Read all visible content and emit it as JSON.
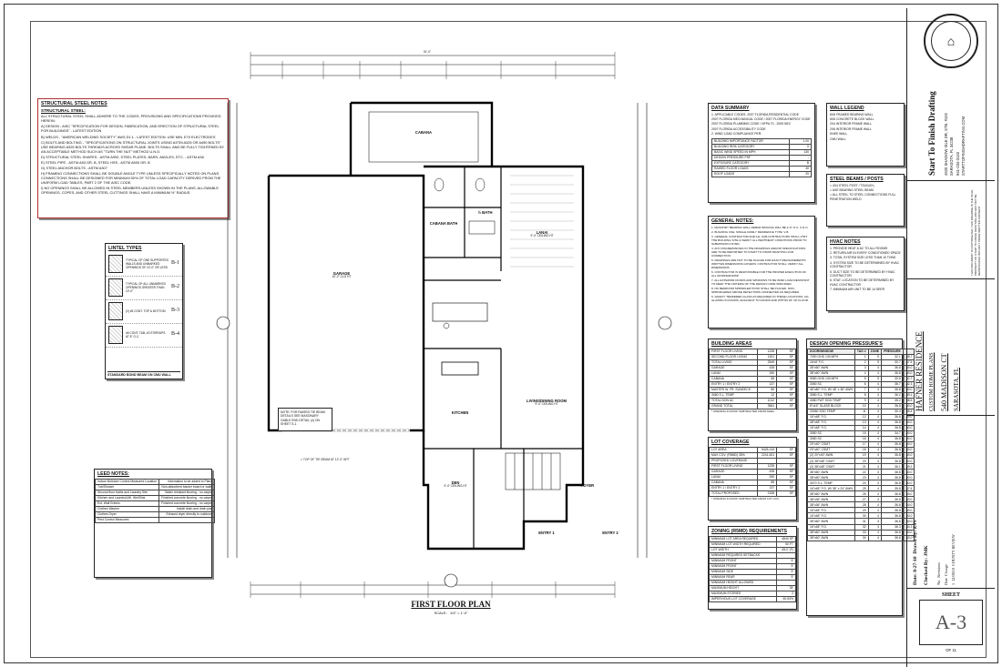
{
  "structural_notes": {
    "title": "STRUCTURAL STEEL NOTES",
    "subtitle": "STRUCTURAL STEEL:",
    "lines": [
      "ALL STRUCTURAL STEEL SHALL ADHERE TO THE CODES, PROVISIONS AND SPECIFICATIONS PROVIDED HEREIN:",
      "A) DESIGN - AISC \"SPECIFICATION FOR DESIGN, FABRICATION, AND ERECTION OF STRUCTURAL STEEL FOR BUILDINGS\" - LATEST EDITION",
      "B) WELDS - \"AMERICAN WELDING SOCIETY\" AWS D1.1 - LATEST EDITION. USE MIN. E70 ELECTRODES",
      "C) BOLTS AND BOLTING - \"SPECIFICATIONS ON STRUCTURAL JOINTS USING ASTM A325 OR A490 BOLTS\" USE BEARING A325 BOLTS THREADS ACROSS SHEAR PLANE. BOLTS SHALL AND BE FULLY TIGHTENED BY AN ACCEPTABLE METHOD SUCH AS \"TURN THE NUT\" METHOD U.N.O.",
      "D) STRUCTURAL STEEL SHAPES - ASTM A992, STEEL PLATES, BARS, ANGLES, ETC. - ASTM A36",
      "E) STEEL PIPE - ASTM A53 Gr. B, STEEL HSS - ASTM A500 GR. B",
      "G) STEEL ANCHOR BOLTS - ASTM A307",
      "H) FRAMING CONNECTIONS SHALL BE DOUBLE ANGLE TYPE UNLESS SPECIFICALLY NOTED ON PLANS. CONNECTIONS SHALL BE DESIGNED FOR MINIMUM 50% OF TOTAL LOAD CAPACITY DERIVED FROM THE UNIFORM LOAD TABLES, PART 2 OF THE AISC CODE.",
      "I) NO OPENINGS SHALL BE ALLOWED IN STEEL MEMBERS UNLESS SHOWN IN THE PLANS. ALLOWABLE OPENINGS, COPES, AND OTHER STEEL CUTTINGS SHALL HAVE A MINIMUM ½\" RADIUS."
    ]
  },
  "lintel_types": {
    "title": "LINTEL TYPES",
    "items": [
      {
        "tag": "B-1",
        "desc": "TYPICAL OF ONE SUPPORTED WALLS AND UNMARKED OPENINGS OF 10'-0\" OR LESS"
      },
      {
        "tag": "B-2",
        "desc": "TYPICAL OF ALL UNMARKED OPENINGS GREATER THAN 10'-0\""
      },
      {
        "tag": "B-3",
        "desc": "(2) #5 CONT. TOP & BOTTOM"
      },
      {
        "tag": "B-4",
        "desc": "#5 CONT. T&B, #3 STIRRUPS AT 8\" O.C."
      }
    ],
    "footer": "STANDARD BOND BEAM ON CMU WALL"
  },
  "leed_notes": {
    "title": "LEED NOTES:",
    "rows": [
      [
        "Indoor Moisture Control Measures Location",
        "Information to be added to Plans"
      ],
      [
        "Tub/Shower",
        "Non-absorbent backer board or walls"
      ],
      [
        "Second floor baths and Laundry Site",
        "Water resistant flooring - no carpet"
      ],
      [
        "Kitchen and Laundry/Util. Wet/Sink",
        "Finished concrete flooring - no carpet"
      ],
      [
        "Ext. Wall Entries",
        "Finished concrete flooring - no carpet"
      ],
      [
        "Clothes Washer",
        "Install drain and drain pan"
      ],
      [
        "Clothes Dryer",
        "Exhaust dryer directly to outdoors"
      ],
      [
        "Pest Control Measures",
        ""
      ]
    ]
  },
  "data_summary": {
    "title": "DATA SUMMARY",
    "lines": [
      "1. APPLICABLE CODES: 2007 FLORIDA RESIDENTIAL CODE",
      "2007 FLORIDA MECHANICAL CODE / 2007 FLORIDA ENERGY CODE",
      "2007 FLORIDA PLUMBING CODE / NFPA 70 - 2005 NEC",
      "2007 FLORIDA ACCESSIBILITY CODE",
      "2. WIND LOAD COMPLIANCE PER:"
    ],
    "rows": [
      [
        "BUILDING IMPORTANCE FACTOR",
        "1.00"
      ],
      [
        "BUILDING RISK CATEGORY",
        "II"
      ],
      [
        "BASIC WIND SPEED IN MPH",
        "130"
      ],
      [
        "DESIGN PRESSURE PSF",
        "-"
      ],
      [
        "EXPOSURE CATEGORY",
        "B"
      ],
      [
        "RAISED FLOOR LOADS",
        "40"
      ],
      [
        "ROOF LOADS",
        "20"
      ]
    ]
  },
  "general_notes": {
    "title": "GENERAL NOTES:",
    "lines": [
      "1. MASONRY BEARING WALL REBAR SPACING WILL BE 4'-0\" O.C. U.N.O.",
      "2. BUILDING USE: SINGLE FAMILY RESIDENCE TYPE: V-B",
      "3. GENERAL CONTRACTOR AND ALL SUB-CONTRACTORS SHALL VISIT THE BUILDING SITE & VERIFY ALL PERTINENT CONDITIONS PRIOR TO SUBMISSION OF BID.",
      "4. ANY DISCREPANCIES IN THE DRAWINGS AND/OR SPECIFICATIONS ARE TO BE REPORTED TO START TO FINISH DRAFTING FOR CORRECTION.",
      "5. DRAWINGS ARE NOT TO BE SCALED FOR EXACT MEASUREMENTS. WRITTEN DIMENSIONS GOVERN. CONTRACTOR SHALL VERIFY ALL DIMENSIONS.",
      "6. CONTRACTOR IS RESPONSIBLE FOR THE PROPER EXECUTION OF ALL WORKMANSHIP.",
      "7. ALL EXTERIOR DOORS AND WINDOWS TO BE WIND LOAD RESISTANT TO MEET THE CRITERIA OF THE DESIGN CODE SPECIFIED.",
      "8. NO BEDROOM SPRINKLER HOOK SHALL BE PLACED. NON-SPRINKLERED SMOKE DETECTORS CONNECTED AS REQUIRED.",
      "9. SAFETY TEMPERED GLASS AS REQUIRED IN THESE LOCATIONS: ALL GLAZING IN DOORS, ADJACENT TO DOORS AND WITHIN 18\" OF FLOOR."
    ]
  },
  "building_areas": {
    "title": "BUILDING AREAS",
    "rows": [
      [
        "FIRST FLOOR LIVING",
        "1235",
        "SF"
      ],
      [
        "SECOND FLOOR LIVING",
        "1301",
        "SF"
      ],
      [
        "TOTAL LIVING",
        "2549",
        "SF"
      ],
      [
        "GARAGE",
        "435",
        "SF"
      ],
      [
        "LANAI",
        "250",
        "SF"
      ],
      [
        "CABANA",
        "85",
        "SF"
      ],
      [
        "ENTRY 1 / ENTRY 2",
        "137",
        "SF"
      ],
      [
        "MASTER W. FR. SUNDECK",
        "80",
        "SF"
      ],
      [
        "3080 S.L. TEMP",
        "12",
        "SF"
      ],
      [
        "TOTAL NON AC",
        "1012",
        "SF"
      ],
      [
        "GRAND TOTAL",
        "3561",
        "SF"
      ]
    ],
    "note": "* OPENING IN ROOF SUBTRACTED FROM AREA"
  },
  "lot_coverage": {
    "title": "LOT COVERAGE",
    "rows": [
      [
        "LOT AREA",
        "5426.143",
        "SF"
      ],
      [
        "MAX COV. (R5MD) 35%",
        "2241.601",
        "SF"
      ],
      [
        "PROPOSED COVERAGE",
        "",
        ""
      ],
      [
        "FIRST FLOOR LIVING",
        "1235",
        "SF"
      ],
      [
        "GARAGE",
        "435",
        "SF"
      ],
      [
        "LANAI",
        "250",
        "SF"
      ],
      [
        "CABANA",
        "85",
        "SF"
      ],
      [
        "ENTRY 1 / ENTRY 2",
        "137",
        "SF"
      ],
      [
        "TOTAL PROPOSED",
        "2158",
        "SF"
      ]
    ],
    "note": "* OPENING IN ROOF SUBTRACTED FROM LOT COV."
  },
  "zoning": {
    "title": "ZONING (R5MD) REQUIREMENTS",
    "rows": [
      [
        "MINIMUM LOT AREA REQUIRED",
        "4840 SF"
      ],
      [
        "MINIMUM LOT WIDTH REQUIRED",
        "50 FT"
      ],
      [
        "LOT WIDTH",
        "65.0' (F)"
      ],
      [
        "MINIMUM REQUIRED SETBACKS",
        ""
      ],
      [
        "MINIMUM FRONT",
        "5'"
      ],
      [
        "MINIMUM FRONT",
        "5'"
      ],
      [
        "MINIMUM SIDE",
        "5'"
      ],
      [
        "MINIMUM REAR",
        "5'"
      ],
      [
        "MINIMUM HEIGHT ALLOWED",
        ""
      ],
      [
        "MAXIMUM HEIGHT",
        "35'"
      ],
      [
        "MAXIMUM STORIES",
        "2"
      ],
      [
        "IMPERVIOUS LOT COVERAGE",
        "50.53%"
      ]
    ]
  },
  "design_pressures": {
    "title": "DESIGN OPENING PRESSURE'S",
    "headers": [
      "DOOR/WINDOW",
      "TAG #",
      "ZONE",
      "PRESSURE"
    ],
    "rows": [
      [
        "7090 OHD 130 MPH",
        "1",
        "5",
        "32.1",
        "-38.7"
      ],
      [
        "16'x8' F.G.",
        "2",
        "5",
        "30.7",
        "-37.5"
      ],
      [
        "38\"x60\" AWN",
        "3",
        "4",
        "36.8",
        "-40.0"
      ],
      [
        "38\"x60\" AWN",
        "4",
        "4",
        "36.8",
        "-40.0"
      ],
      [
        "9080 OHD 130 MPH",
        "5",
        "5",
        "30.6",
        "-42.7"
      ],
      [
        "3080 SC",
        "6",
        "4",
        "38.7",
        "-42.3"
      ],
      [
        "46\"x80\" F.G. W/ 46\" x 36\" AWN",
        "7",
        "4",
        "36.8",
        "-40.0"
      ],
      [
        "3080 S.L. TEMP",
        "8",
        "4",
        "36.2",
        "-39.1"
      ],
      [
        "4080 FWT SGD TEMP",
        "9",
        "4",
        "35.2",
        "-38.5"
      ],
      [
        "8\"x16\" GLASS BLOCK",
        "10",
        "4",
        "36.8",
        "-40.0"
      ],
      [
        "20060 SGD TEMP",
        "11",
        "4",
        "30.4",
        "-36.4"
      ],
      [
        "16\"x48\" F.G.",
        "12",
        "4",
        "36.8",
        "-40.0"
      ],
      [
        "48\"x48\" F.G.",
        "13",
        "4",
        "36.8",
        "-40.0"
      ],
      [
        "16\"x48\" F.G.",
        "14",
        "4",
        "36.8",
        "-40.0"
      ],
      [
        "3080 SC",
        "15",
        "4",
        "34.7",
        "-40.0"
      ],
      [
        "3080 SC",
        "16",
        "4",
        "36.8",
        "-40.0"
      ],
      [
        "20\"x40\" CSMT",
        "17",
        "4",
        "36.8",
        "-40.0"
      ],
      [
        "20\"x40\" CSMT",
        "18",
        "4",
        "36.8",
        "-40.0"
      ],
      [
        "(2) 20\"x40\" AWN",
        "19",
        "4",
        "36.8",
        "-40.0"
      ],
      [
        "(2) 38\"x48\" CSMT",
        "20",
        "4",
        "36.8",
        "-40.0"
      ],
      [
        "(2) 38\"x48\" CSMT",
        "21",
        "4",
        "36.1",
        "-39.2"
      ],
      [
        "38\"x60\" AWN",
        "22",
        "4",
        "36.8",
        "-40.0"
      ],
      [
        "38\"x60\" AWN",
        "23",
        "4",
        "36.8",
        "-40.0"
      ],
      [
        "3070 S.L. TEMP",
        "24",
        "4",
        "36.8",
        "-40.0"
      ],
      [
        "16\"x48\" F.G. W/ 36\" x 24\" AWN",
        "25",
        "4",
        "35.8",
        "-47.4"
      ],
      [
        "38\"x60\" AWN",
        "26",
        "4",
        "36.8",
        "-40.0"
      ],
      [
        "38\"x36\" AWN",
        "27",
        "4",
        "36.8",
        "-40.0"
      ],
      [
        "38\"x36\" AWN",
        "28",
        "4",
        "36.8",
        "-40.0"
      ],
      [
        "16\"x48\" F.G.",
        "29",
        "4",
        "36.8",
        "-40.0"
      ],
      [
        "16\"x48\" F.G.",
        "30",
        "4",
        "36.8",
        "-40.0"
      ],
      [
        "38\"x60\" AWN",
        "31",
        "4",
        "36.8",
        "-40.0"
      ],
      [
        "16\"x48\" F.G.",
        "32",
        "4",
        "36.3",
        "-44.1"
      ],
      [
        "38\"x60\" AWN",
        "33",
        "4",
        "36.8",
        "-40.0"
      ],
      [
        "38\"x60\" AWN",
        "34",
        "4",
        "36.8",
        "-40.0"
      ]
    ]
  },
  "wall_legend": {
    "title": "WALL LEGEND",
    "items": [
      "8x8 FRAMED BEARING WALL",
      "8x8 CONCRETE BLOCK WALL",
      "2x4 INTERIOR FRAME WALL",
      "2x6 INTERIOR FRAME WALL",
      "KNEE WALL",
      "CMU WALL"
    ]
  },
  "steel_beams": {
    "title": "STEEL BEAMS / POSTS",
    "items": [
      "= 4x4 STEEL POST / TS4x4x¼",
      "= AXE BEARING STEEL BEAM",
      "= ALL STEEL TO STEEL CONNECTIONS FULL PENETRATION WELD"
    ]
  },
  "hvac_notes": {
    "title": "HVAC NOTES",
    "lines": [
      "1. PROVIDE HEAT & AC TO ALL ROOMS",
      "2. RETURN AIR IN EVERY CONDITIONED SPACE",
      "3. TOTAL SYSTEM SIZE LESS THAN 10 TONS",
      "4. SYSTEM SIZE TO BE DETERMINED BY HVAC CONTRACTOR",
      "5. DUCT SIZE TO BE DETERMINED BY HVAC CONTRACTOR",
      "6. STAT. LOCATION TO BE DETERMINED BY HVAC CONTRACTOR",
      "7. MINIMUM AIR UNIT TO BE 14 SEER"
    ]
  },
  "plan": {
    "title": "FIRST FLOOR PLAN",
    "scale_label": "SCALE:",
    "scale_value": "1/4\" = 1'-0\"",
    "overall_width": "51'-0\"",
    "rooms": {
      "garage": "GARAGE",
      "garage_sub": "10'-2\" CLG HT",
      "cabana": "CABANA",
      "lanai": "LANAI",
      "lanai_sub": "9'-4\" CEILING HT",
      "living": "LIVING/DINING ROOM",
      "living_sub": "9'-4\" CEILING HT",
      "kitchen": "KITCHEN",
      "den": "DEN",
      "den_sub": "9'-4\" CEILING HT",
      "foyer": "FOYER",
      "entry1": "ENTRY 1",
      "entry2": "ENTRY 2",
      "cabana_bath": "CABANA BATH",
      "half_bath": "½ BATH"
    },
    "note_box": "NOTE: FOR RAISED TIE BEAM DETAILS SEE MASONARY GABLE END DETAIL (4) ON SHEET S-1",
    "beam_note": "= TOP OF TIE BEAM AT 12'-0\" AFF"
  },
  "title_block": {
    "company": "Start To Finish Drafting",
    "address_lines": [
      "4520 SHADOW ISLE DR, STE. #102",
      "SARASOTA, FL 34238",
      "941-234-3140",
      "STARTTOFINISHDRAFTING.COM"
    ],
    "project": "HAFNER RESIDENCE",
    "project_sub": "CUSTOM HOME PLANS",
    "street": "540 MADISON CT",
    "city": "SARASOTA, FL",
    "date_label": "Date:",
    "date": "8-27-10",
    "drawn_label": "Drawn By:",
    "drawn": "ZSV",
    "checked_label": "Checked By:",
    "checked": "JMK",
    "revisions_label": "Revisions",
    "revisions_no": "No.",
    "revisions_date": "Date",
    "revisions_change": "Change",
    "revisions_row": [
      "1",
      "12/08/10",
      "COUNTY REVIEW"
    ],
    "sheet_label": "SHEET",
    "sheet": "A-3",
    "sheet_of": "OF 11",
    "copyright": "THIS DOCUMENT IS COPYRIGHTED. THIS DRAWING IS THE SOLE PROPERTY OF START TO FINISH DRAFTING AND MAY NOT BE REPRODUCED WITHOUT PRIOR WRITTEN CONSENT."
  }
}
